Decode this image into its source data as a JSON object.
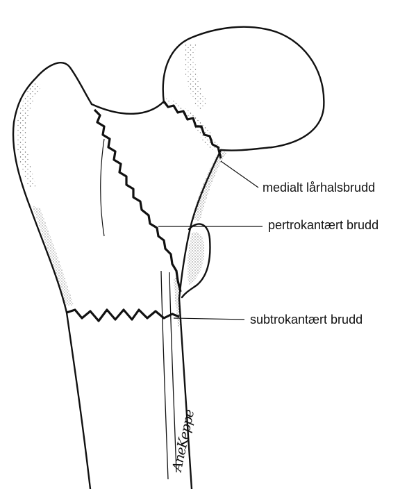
{
  "labels": {
    "medial": "medialt lårhalsbrudd",
    "pertrochanteric": "pertrokantært brudd",
    "subtrochanteric": "subtrokantært brudd"
  },
  "signature": "AneKeppe",
  "colors": {
    "ink": "#111111",
    "paper": "#ffffff"
  }
}
